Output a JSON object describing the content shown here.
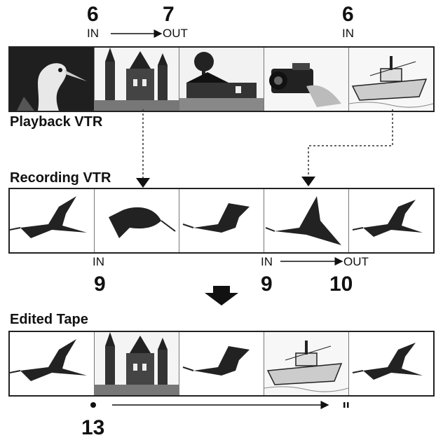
{
  "playback": {
    "label": "Playback VTR",
    "in1_num": "6",
    "in1_label": "IN",
    "out_num": "7",
    "out_label": "OUT",
    "in2_num": "6",
    "in2_label": "IN",
    "frames": [
      "heron-closeup",
      "castle",
      "village",
      "camcorder",
      "ship"
    ]
  },
  "recording": {
    "label": "Recording VTR",
    "in1_label": "IN",
    "in1_num": "9",
    "in2_label": "IN",
    "in2_num": "9",
    "out_label": "OUT",
    "out_num": "10",
    "frames": [
      "heron",
      "heron",
      "heron",
      "heron",
      "heron"
    ]
  },
  "edited": {
    "label": "Edited Tape",
    "start_num": "13",
    "frames": [
      "heron",
      "castle",
      "heron",
      "ship",
      "heron"
    ]
  },
  "colors": {
    "ink": "#111111",
    "frame_border": "#222222"
  }
}
